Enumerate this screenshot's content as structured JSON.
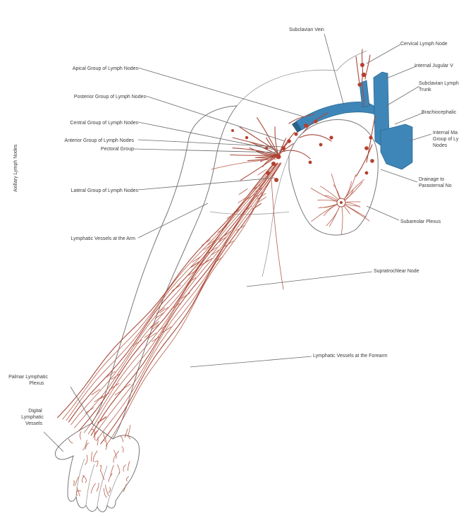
{
  "labels": {
    "subclavian_vein": "Subclavian Vein",
    "cervical_nodes": "Cervical Lymph Node",
    "internal_jugular": "Internal Jugular V",
    "subclavian_trunk": "Subclavian Lymph Trunk",
    "brachiocephalic": "Brachiocephalic",
    "internal_mammary": "Internal Ma Group of Ly Nodes",
    "drainage": "Drainage to Parasternal No",
    "subareolar": "Subareolar Plexus",
    "supratrochlear": "Supratrochlear Node",
    "forearm_vessels": "Lymphatic Vessels at the Forearm",
    "arm_vessels": "Lymphatic Vessels at the Arm",
    "apical": "Apical Group of Lymph Nodes",
    "posterior": "Posterior Group of Lymph Nodes",
    "central": "Central Group of Lymph Nodes",
    "anterior": "Anterior Group of Lymph Nodes",
    "pectoral": "Pectoral Group",
    "lateral": "Lateral Group of Lymph Nodes",
    "palmar": "Palmar Lymphatic Plexus",
    "digital": "Digital Lymphatic Vessels",
    "axillary": "Axillary Lymph Nodes"
  },
  "colors": {
    "lymph": "#a8493a",
    "node": "#b5402f",
    "vein": "#3f86b8"
  }
}
